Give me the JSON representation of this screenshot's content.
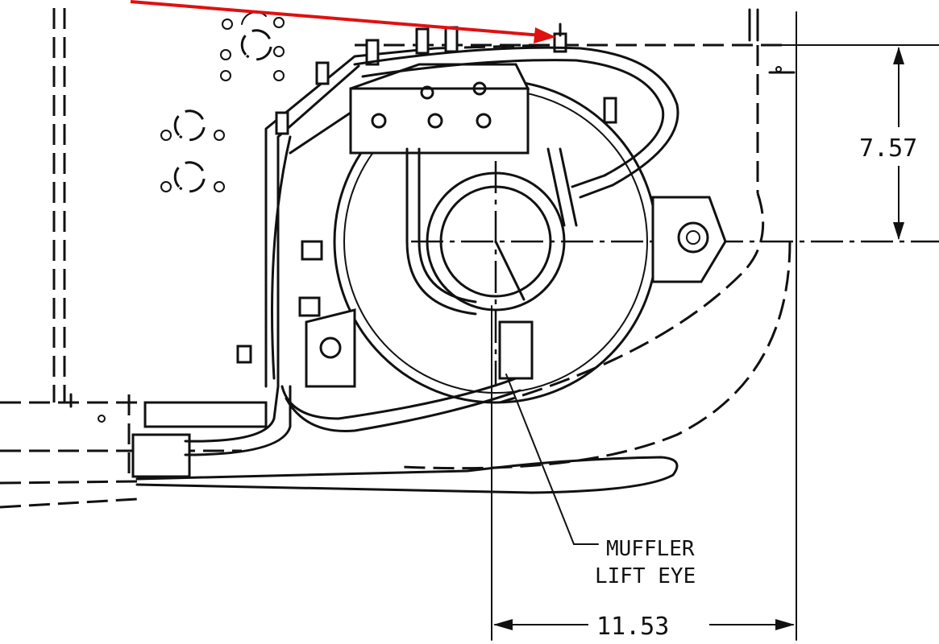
{
  "dimensions": {
    "vertical": "7.57",
    "horizontal": "11.53"
  },
  "callout": {
    "line1": "MUFFLER",
    "line2": "LIFT EYE"
  },
  "annotation_color": "#e01010"
}
